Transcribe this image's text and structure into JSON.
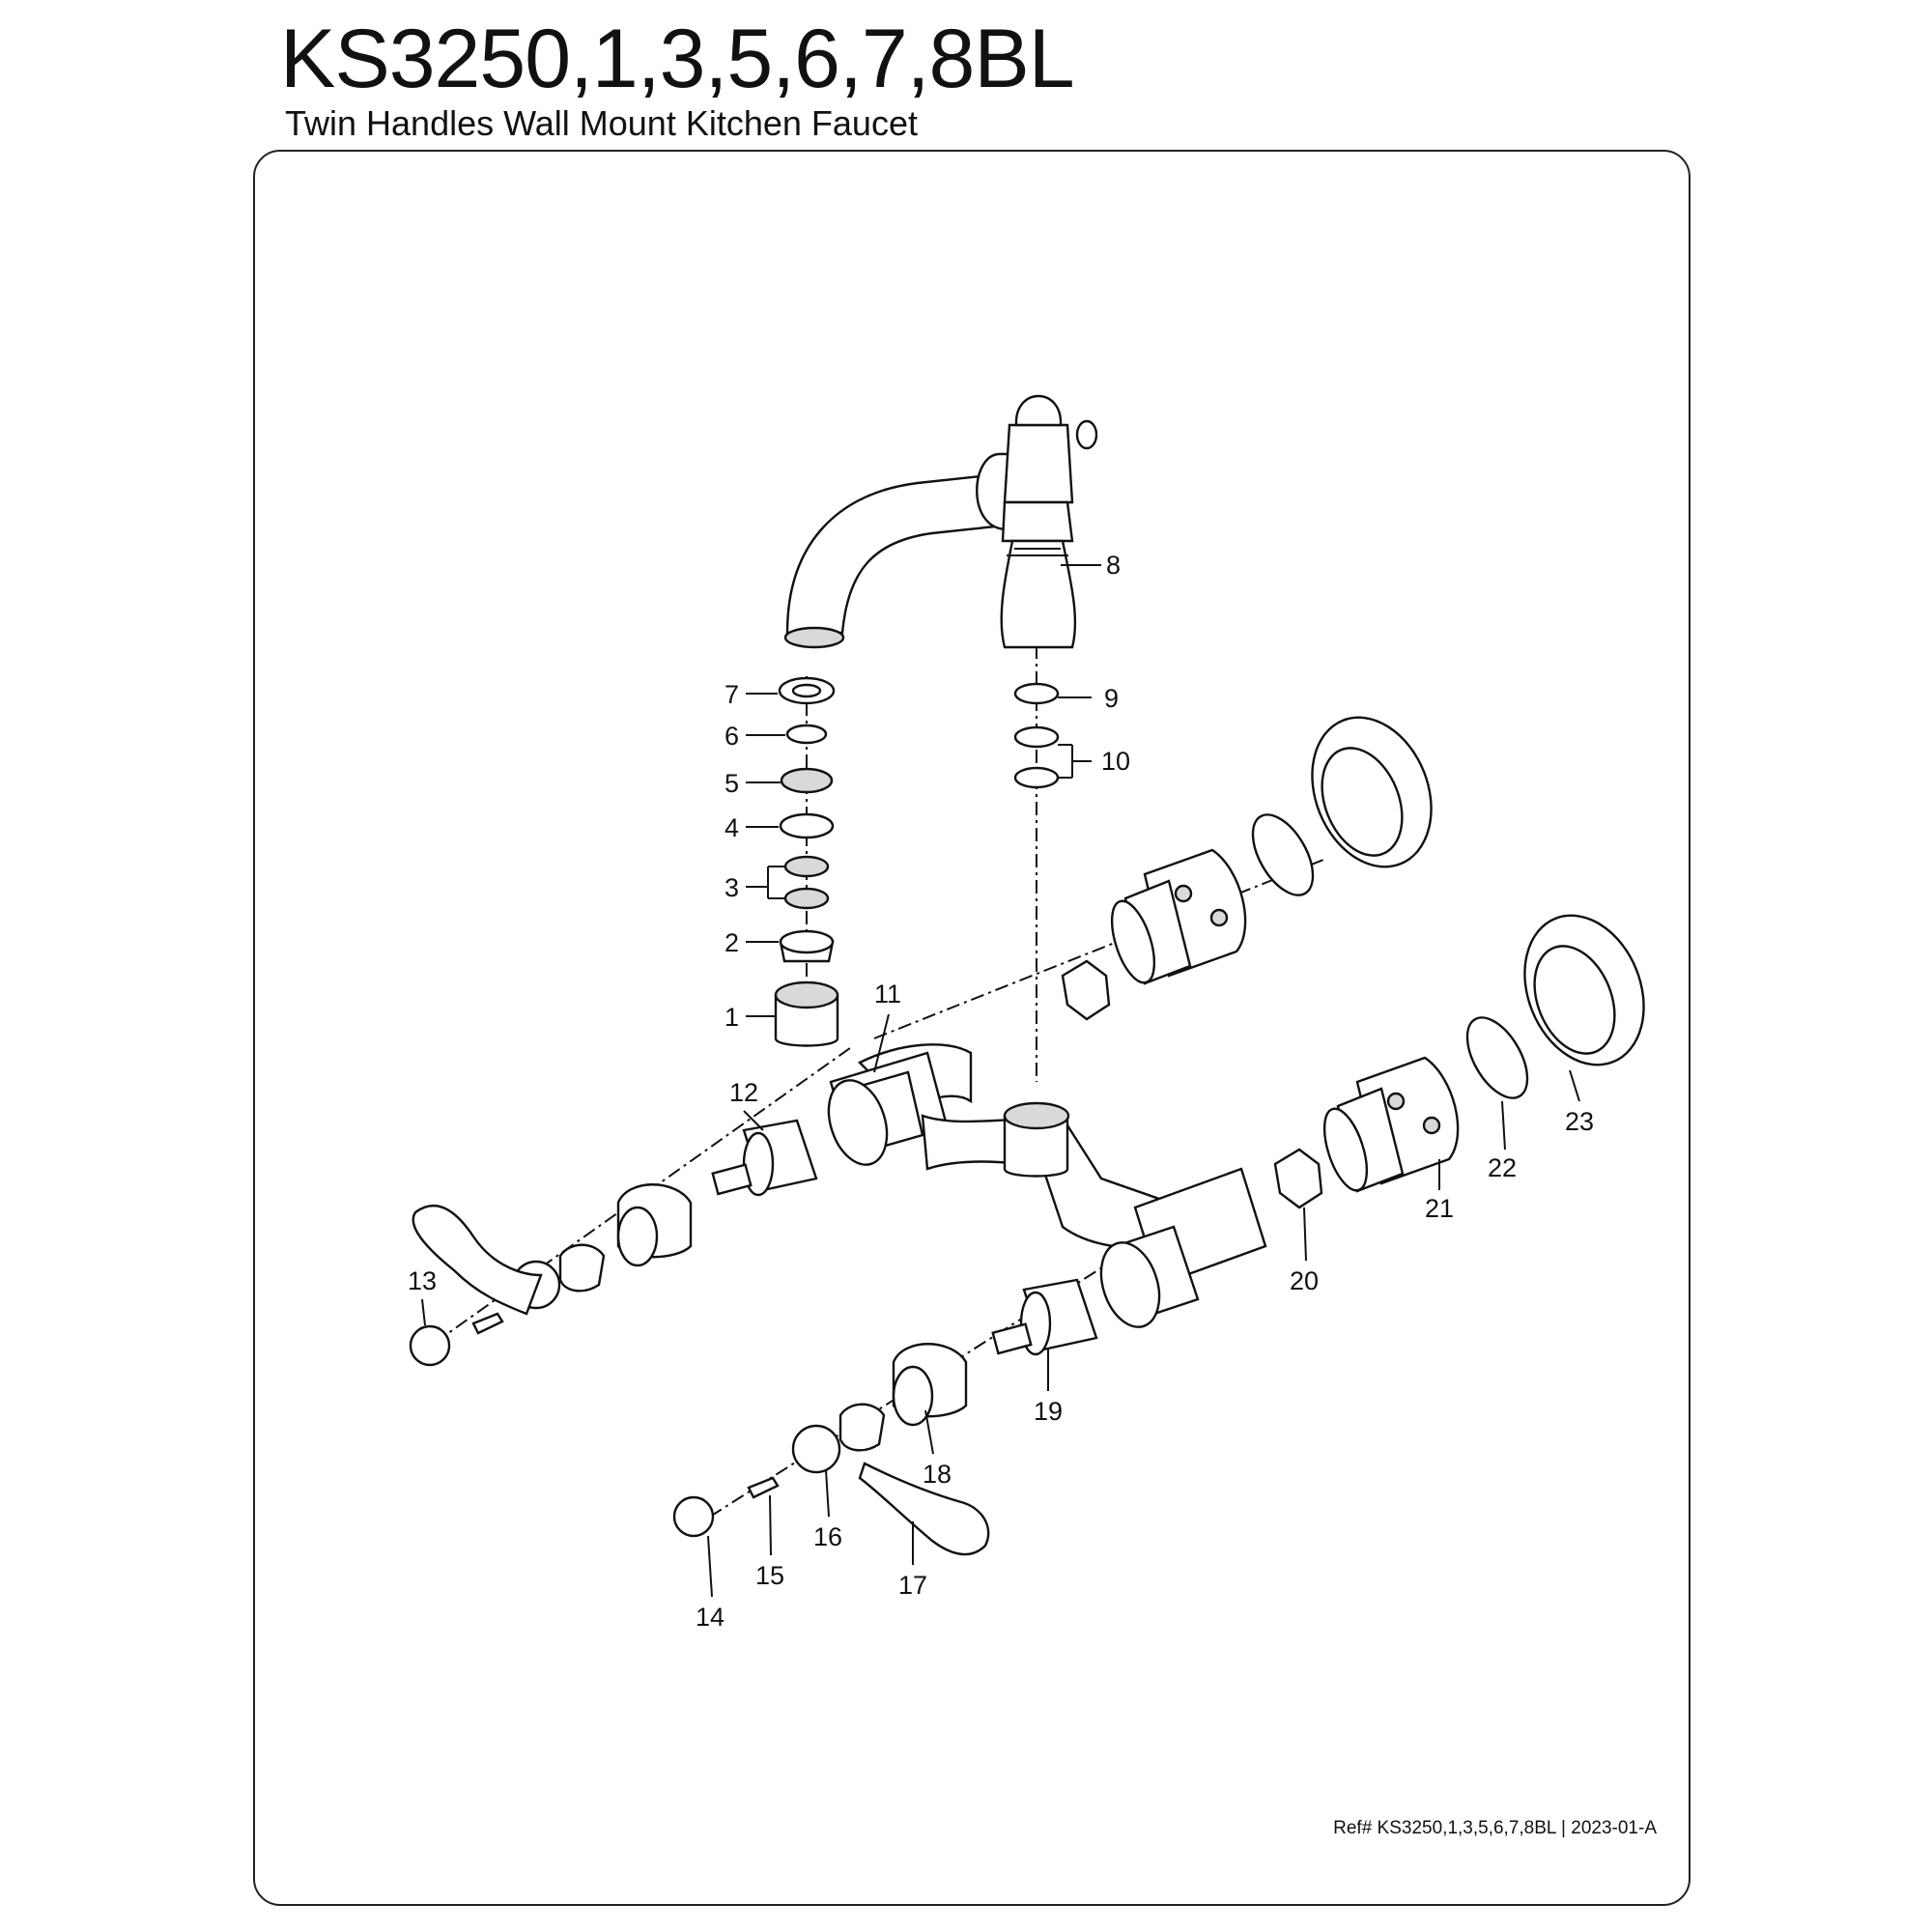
{
  "header": {
    "title": "KS3250,1,3,5,6,7,8BL",
    "subtitle": "Twin Handles Wall Mount Kitchen Faucet"
  },
  "footer": {
    "ref": "Ref# KS3250,1,3,5,6,7,8BL | 2023-01-A"
  },
  "callouts": [
    "1",
    "2",
    "3",
    "4",
    "5",
    "6",
    "7",
    "8",
    "9",
    "10",
    "11",
    "12",
    "13",
    "14",
    "15",
    "16",
    "17",
    "18",
    "19",
    "20",
    "21",
    "22",
    "23"
  ]
}
